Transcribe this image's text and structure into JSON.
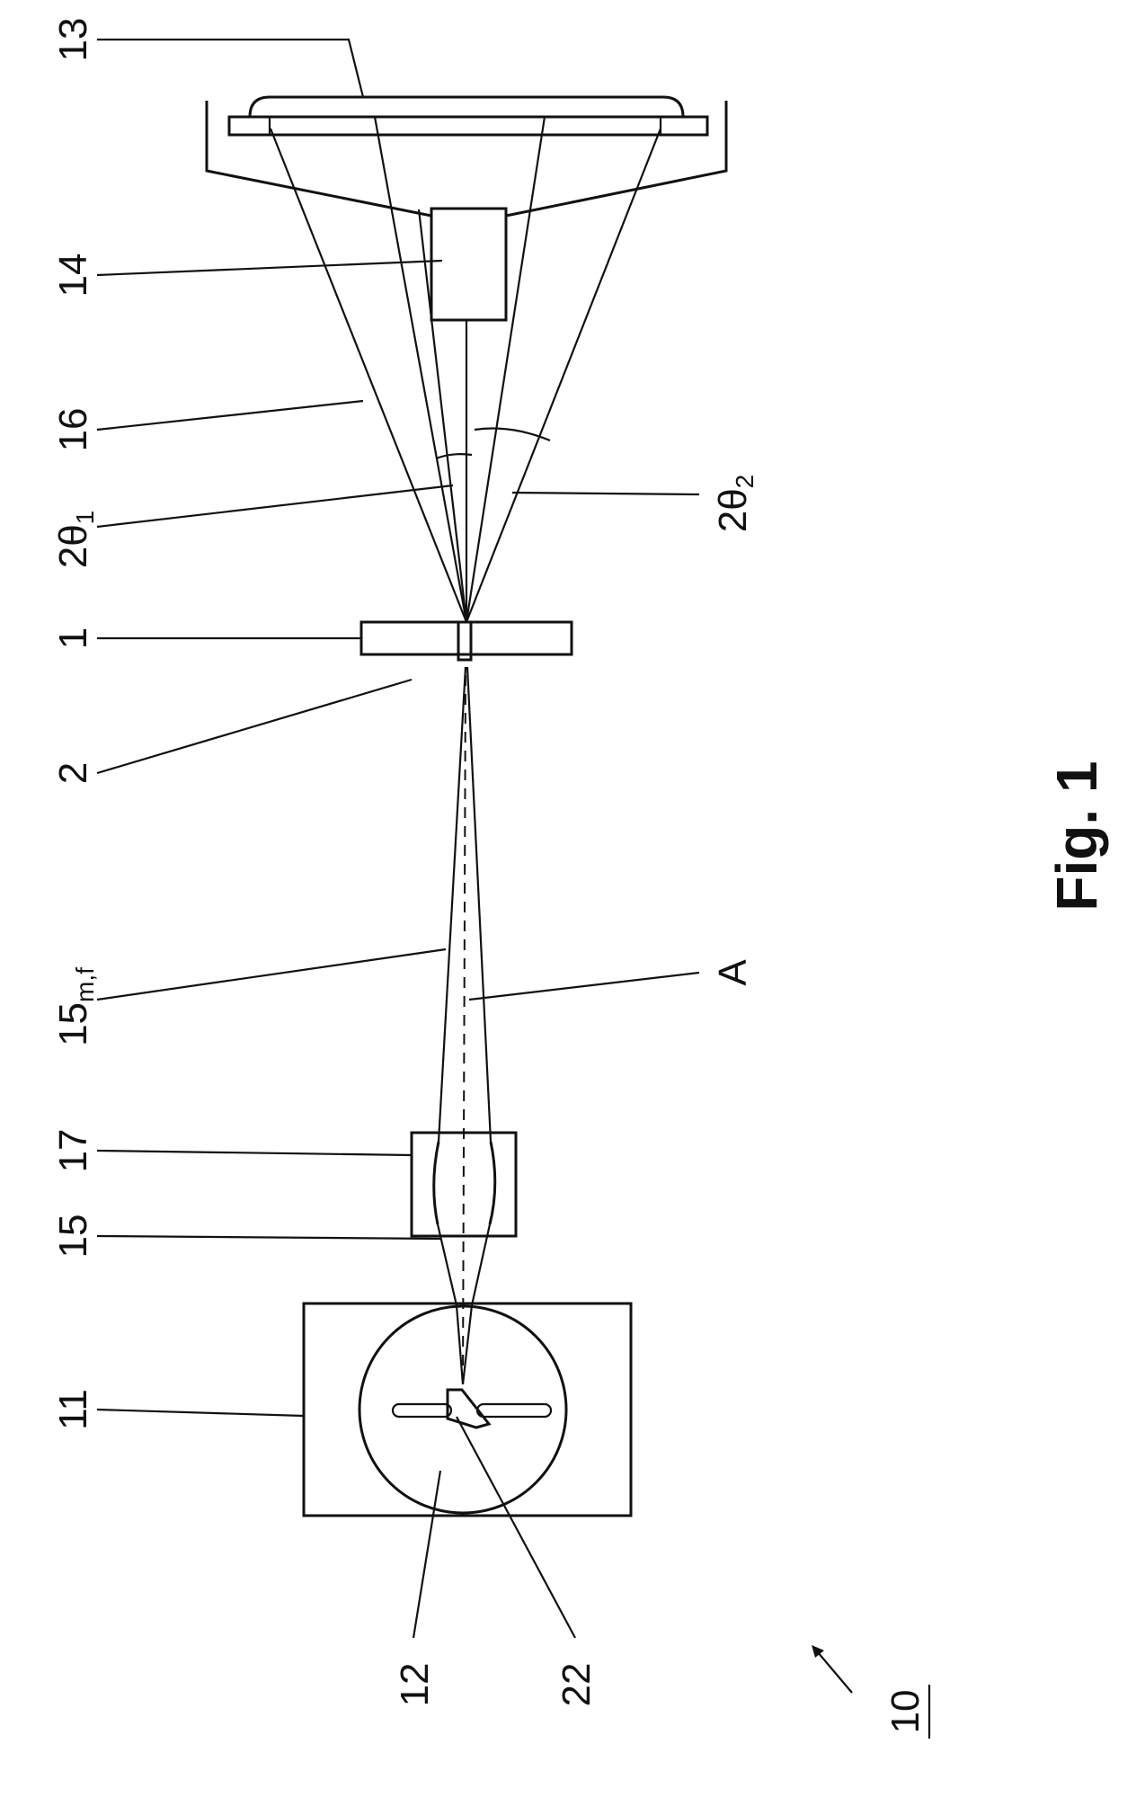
{
  "figure": {
    "caption": "Fig. 1",
    "reference_numerals": {
      "r13": "13",
      "r14": "14",
      "r16": "16",
      "r2theta1": "2θ",
      "r2theta1_sub": "1",
      "r1": "1",
      "r2": "2",
      "r15mf": "15",
      "r15mf_sub": "m,f",
      "r17": "17",
      "r15": "15",
      "r11": "11",
      "r12": "12",
      "r22": "22",
      "r10": "10",
      "r2theta2": "2θ",
      "r2theta2_sub": "2",
      "rA": "A"
    }
  }
}
